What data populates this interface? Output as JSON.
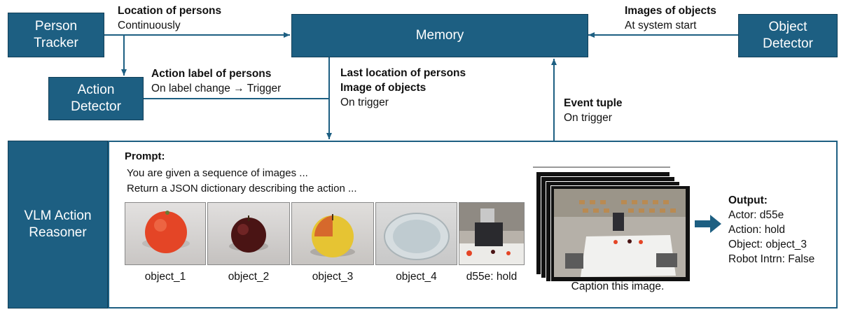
{
  "nodes": {
    "person_tracker": "Person Tracker",
    "memory": "Memory",
    "object_detector": "Object Detector",
    "action_detector": "Action Detector",
    "vlm_reasoner": "VLM Action Reasoner"
  },
  "edges": {
    "location_persons": {
      "title": "Location of persons",
      "sub": "Continuously"
    },
    "images_objects": {
      "title": "Images of objects",
      "sub": "At system start"
    },
    "action_label": {
      "title": "Action label of persons",
      "sub": "On label change → Trigger"
    },
    "last_location": {
      "title1": "Last location of persons",
      "title2": "Image of objects",
      "sub": "On trigger"
    },
    "event_tuple": {
      "title": "Event tuple",
      "sub": "On trigger"
    }
  },
  "prompt": {
    "title": "Prompt:",
    "line1": "You are given a sequence of images ...",
    "line2": "Return a JSON dictionary describing the action ..."
  },
  "thumbnails": [
    {
      "caption": "object_1",
      "icon": "tomato-image"
    },
    {
      "caption": "object_2",
      "icon": "dark-apple-image"
    },
    {
      "caption": "object_3",
      "icon": "yellow-apple-image"
    },
    {
      "caption": "object_4",
      "icon": "plate-image"
    },
    {
      "caption": "d55e: hold",
      "icon": "person-holding-image"
    }
  ],
  "caption_task": "Caption this image.",
  "output": {
    "title": "Output:",
    "actor": "Actor: d55e",
    "action": "Action: hold",
    "object": "Object: object_3",
    "robot": "Robot Intrn: False"
  },
  "colors": {
    "box": "#1d5f82",
    "line": "#1d5f82"
  }
}
